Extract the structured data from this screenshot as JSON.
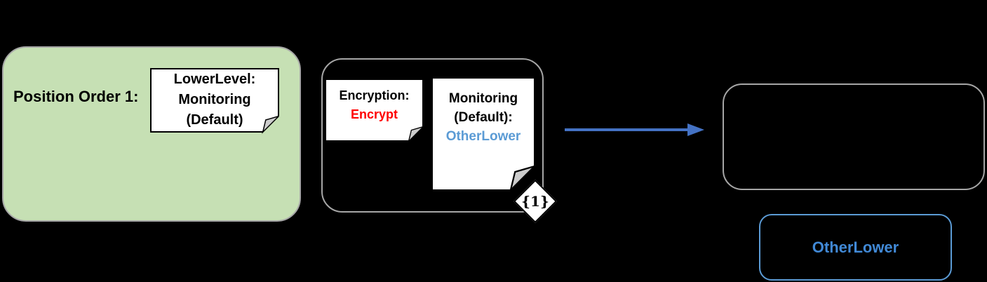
{
  "background_color": "#000000",
  "position_group": {
    "label": "Position Order 1:",
    "fill_color": "#C6E0B4",
    "border_color": "#A6A6A6",
    "note_lines": [
      "LowerLevel:",
      "Monitoring",
      "(Default)"
    ]
  },
  "transition_group": {
    "border_color": "#A6A6A6",
    "encryption_note": {
      "title": "Encryption:",
      "value": "Encrypt",
      "value_color": "#FF0000"
    },
    "monitoring_note": {
      "title_line1": "Monitoring",
      "title_line2": "(Default):",
      "value": "OtherLower",
      "value_color": "#5B9BD5"
    },
    "constraint_label": "{1}"
  },
  "arrow": {
    "color": "#4472C4"
  },
  "result_group": {
    "border_color": "#A6A6A6"
  },
  "otherlower_box": {
    "label": "OtherLower",
    "border_color": "#5B9BD5",
    "text_color": "#4189D6"
  }
}
